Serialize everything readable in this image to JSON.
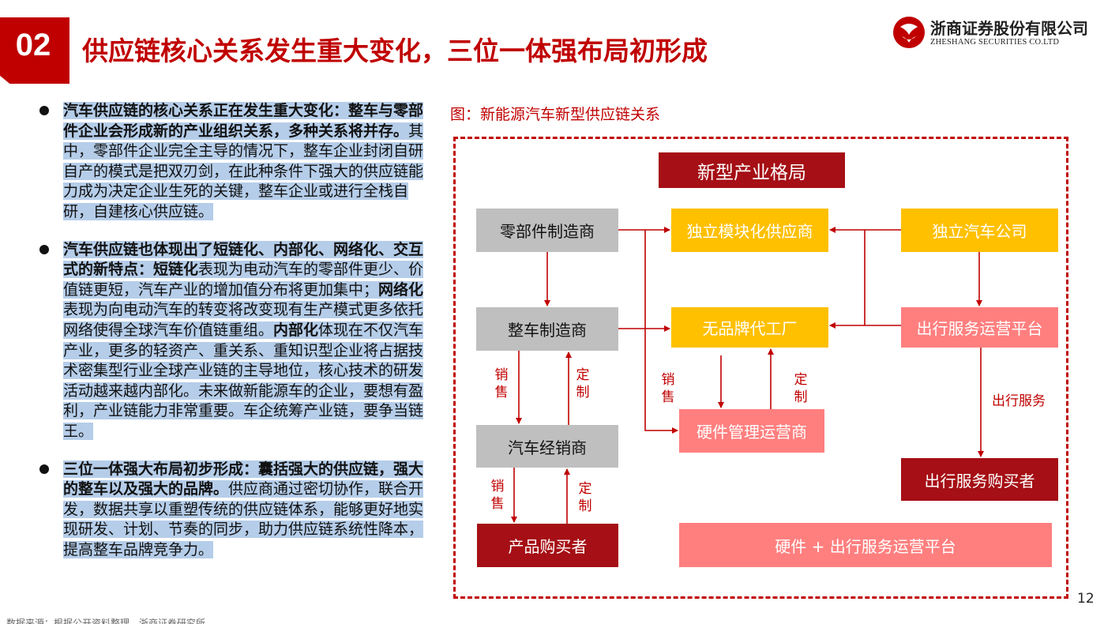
{
  "header": {
    "section_number": "02",
    "title": "供应链核心关系发生重大变化，三位一体强布局初形成"
  },
  "logo": {
    "cn": "浙商证券股份有限公司",
    "en": "ZHESHANG SECURITIES CO.LTD",
    "icon": "zheshang-logo-icon",
    "color": "#c00000"
  },
  "bullets": [
    {
      "bold": "汽车供应链的核心关系正在发生重大变化：整车与零部件企业会形成新的产业组织关系，多种关系将并存。",
      "rest": "其中，零部件企业完全主导的情况下，整车企业封闭自研自产的模式是把双刃剑，在此种条件下强大的供应链能力成为决定企业生死的关键，整车企业或进行全栈自研，自建核心供应链。"
    },
    {
      "bold": "汽车供应链也体现出了短链化、内部化、网络化、交互式的新特点：",
      "parts": [
        {
          "b": "短链化",
          "t": "表现为电动汽车的零部件更少、价值链更短，汽车产业的增加值分布将更加集中；"
        },
        {
          "b": "网络化",
          "t": "表现为向电动汽车的转变将改变现有生产模式更多依托网络使得全球汽车价值链重组。"
        },
        {
          "b": "内部化",
          "t": "体现在不仅汽车产业，更多的轻资产、重关系、重知识型企业将占据技术密集型行业全球产业链的主导地位，核心技术的研发活动越来越内部化。未来做新能源车的企业，要想有盈利，产业链能力非常重要。车企统筹产业链，要争当链王。"
        }
      ]
    },
    {
      "bold": "三位一体强大布局初步形成：囊括强大的供应链，强大的整车以及强大的品牌。",
      "rest": "供应商通过密切协作，联合开发，数据共享以重塑传统的供应链体系，能够更好地实现研发、计划、节奏的同步，助力供应链系统性降本，提高整车品牌竞争力。"
    }
  ],
  "figure": {
    "caption": "图：新能源汽车新型供应链关系",
    "boxes": {
      "new_pattern": "新型产业格局",
      "parts_maker": "零部件制造商",
      "module_supplier": "独立模块化供应商",
      "indep_auto": "独立汽车公司",
      "oem": "整车制造商",
      "unbranded": "无品牌代工厂",
      "mobility_platform": "出行服务运营平台",
      "dealer": "汽车经销商",
      "hw_operator": "硬件管理运营商",
      "mobility_buyer": "出行服务购买者",
      "product_buyer": "产品购买者",
      "hw_platform": "硬件 + 出行服务运营平台"
    },
    "labels": {
      "sale1": "销\n售",
      "custom1": "定\n制",
      "sale2": "销\n售",
      "custom2": "定\n制",
      "sale3": "销\n售",
      "custom3": "定\n制",
      "mobility_service": "出行服务"
    },
    "colors": {
      "gray": "#bfbfbf",
      "yellow": "#ffc000",
      "dark_red": "#a50f15",
      "pink": "#ff7f7f",
      "accent": "#c00000"
    }
  },
  "page_number": "12",
  "footer": "数据来源：根据公开资料整理，浙商证券研究所"
}
